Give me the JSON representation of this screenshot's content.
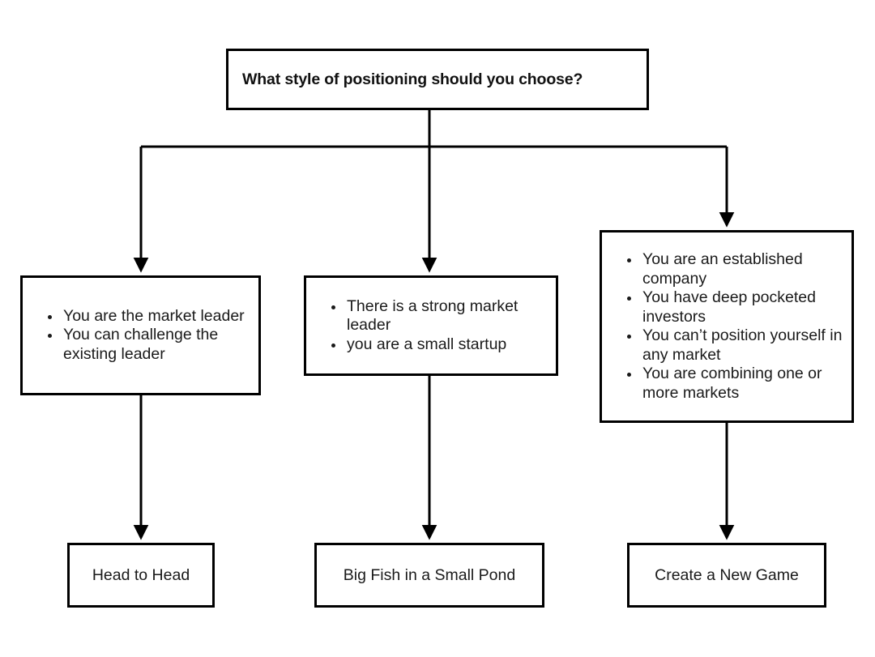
{
  "diagram": {
    "type": "decision-tree",
    "title_node": {
      "label": "What style of positioning should you choose?"
    },
    "branches": [
      {
        "id": "head-to-head",
        "criteria": [
          "You are the market leader",
          "You can challenge the existing leader"
        ],
        "outcome": "Head to Head"
      },
      {
        "id": "big-fish-small-pond",
        "criteria": [
          "There is a strong market leader",
          "you are a small startup"
        ],
        "outcome": "Big Fish in a Small Pond"
      },
      {
        "id": "create-a-new-game",
        "criteria": [
          "You are an established company",
          "You have deep pocketed investors",
          "You can’t position yourself in any market",
          "You are combining one or more markets"
        ],
        "outcome": "Create a New Game"
      }
    ],
    "colors": {
      "stroke": "#000000",
      "text": "#1a1a1a",
      "background": "#ffffff"
    }
  }
}
